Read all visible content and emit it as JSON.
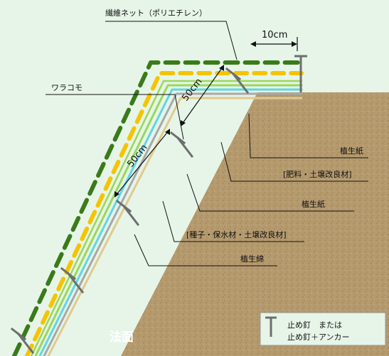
{
  "labels": {
    "net": "繊維ネット（ポリエチレン）",
    "straw_mat": "ワラコモ",
    "paper_top": "植生紙",
    "fertilizer": "[肥料・土壌改良材]",
    "paper_mid": "植生紙",
    "seed": "[種子・保水材・土壌改良材]",
    "cotton": "植生綿"
  },
  "dimensions": {
    "width_top": "10cm",
    "spacing_upper": "50cm",
    "spacing_lower": "50cm"
  },
  "slope_label": "法面",
  "legend": {
    "symbol": "T",
    "line1": "止め釘　または",
    "line2": "止め釘＋アンカー"
  },
  "colors": {
    "background": "#e6f5e8",
    "soil": "#b59a6e",
    "net": "#3a7a1a",
    "straw": "#f5c400",
    "paper": "#9ad85a",
    "cyan_layer": "#5fd6e6",
    "grey_layer": "#a8a8a8",
    "tan_layer": "#e2c98e",
    "pin": "#6e6e6e"
  }
}
